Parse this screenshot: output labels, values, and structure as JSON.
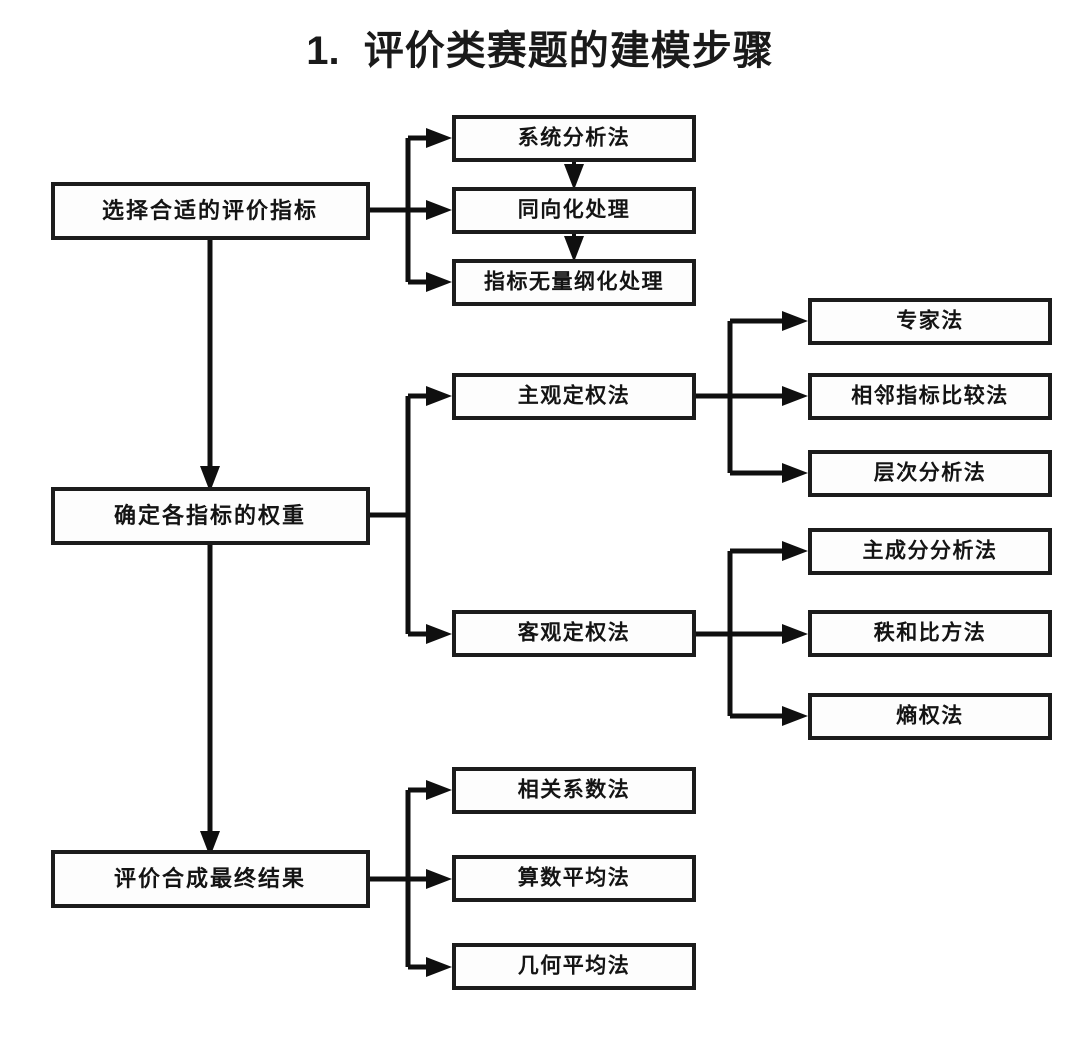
{
  "page": {
    "title_number": "1.",
    "title_text": "评价类赛题的建模步骤",
    "background_color": "#ffffff",
    "line_color": "#0f0f0f",
    "box_fill": "#fdfdfd",
    "text_color": "#141414"
  },
  "chart_data": {
    "type": "diagram",
    "diagram_kind": "flowchart",
    "title": "1. 评价类赛题的建模步骤",
    "orientation": "left-to-right with top-to-bottom main spine",
    "levels": 3,
    "nodes": [
      {
        "id": "n1",
        "level": 1,
        "label": "选择合适的评价指标"
      },
      {
        "id": "n2",
        "level": 1,
        "label": "确定各指标的权重"
      },
      {
        "id": "n3",
        "level": 1,
        "label": "评价合成最终结果"
      },
      {
        "id": "n1a",
        "level": 2,
        "label": "系统分析法"
      },
      {
        "id": "n1b",
        "level": 2,
        "label": "同向化处理"
      },
      {
        "id": "n1c",
        "level": 2,
        "label": "指标无量纲化处理"
      },
      {
        "id": "n2a",
        "level": 2,
        "label": "主观定权法"
      },
      {
        "id": "n2b",
        "level": 2,
        "label": "客观定权法"
      },
      {
        "id": "n3a",
        "level": 2,
        "label": "相关系数法"
      },
      {
        "id": "n3b",
        "level": 2,
        "label": "算数平均法"
      },
      {
        "id": "n3c",
        "level": 2,
        "label": "几何平均法"
      },
      {
        "id": "n2a1",
        "level": 3,
        "label": "专家法"
      },
      {
        "id": "n2a2",
        "level": 3,
        "label": "相邻指标比较法"
      },
      {
        "id": "n2a3",
        "level": 3,
        "label": "层次分析法"
      },
      {
        "id": "n2b1",
        "level": 3,
        "label": "主成分分析法"
      },
      {
        "id": "n2b2",
        "level": 3,
        "label": "秩和比方法"
      },
      {
        "id": "n2b3",
        "level": 3,
        "label": "熵权法"
      }
    ],
    "edges": [
      {
        "from": "n1",
        "to": "n2",
        "kind": "vertical-arrow"
      },
      {
        "from": "n2",
        "to": "n3",
        "kind": "vertical-arrow"
      },
      {
        "from": "n1",
        "to": "n1a",
        "kind": "branch-arrow"
      },
      {
        "from": "n1",
        "to": "n1b",
        "kind": "branch-arrow"
      },
      {
        "from": "n1",
        "to": "n1c",
        "kind": "branch-arrow"
      },
      {
        "from": "n1a",
        "to": "n1b",
        "kind": "vertical-arrow"
      },
      {
        "from": "n1b",
        "to": "n1c",
        "kind": "vertical-arrow"
      },
      {
        "from": "n2",
        "to": "n2a",
        "kind": "branch-arrow"
      },
      {
        "from": "n2",
        "to": "n2b",
        "kind": "branch-arrow"
      },
      {
        "from": "n2a",
        "to": "n2a1",
        "kind": "branch-arrow"
      },
      {
        "from": "n2a",
        "to": "n2a2",
        "kind": "branch-arrow"
      },
      {
        "from": "n2a",
        "to": "n2a3",
        "kind": "branch-arrow"
      },
      {
        "from": "n2b",
        "to": "n2b1",
        "kind": "branch-arrow"
      },
      {
        "from": "n2b",
        "to": "n2b2",
        "kind": "branch-arrow"
      },
      {
        "from": "n2b",
        "to": "n2b3",
        "kind": "branch-arrow"
      },
      {
        "from": "n3",
        "to": "n3a",
        "kind": "branch-arrow"
      },
      {
        "from": "n3",
        "to": "n3b",
        "kind": "branch-arrow"
      },
      {
        "from": "n3",
        "to": "n3c",
        "kind": "branch-arrow"
      }
    ]
  }
}
